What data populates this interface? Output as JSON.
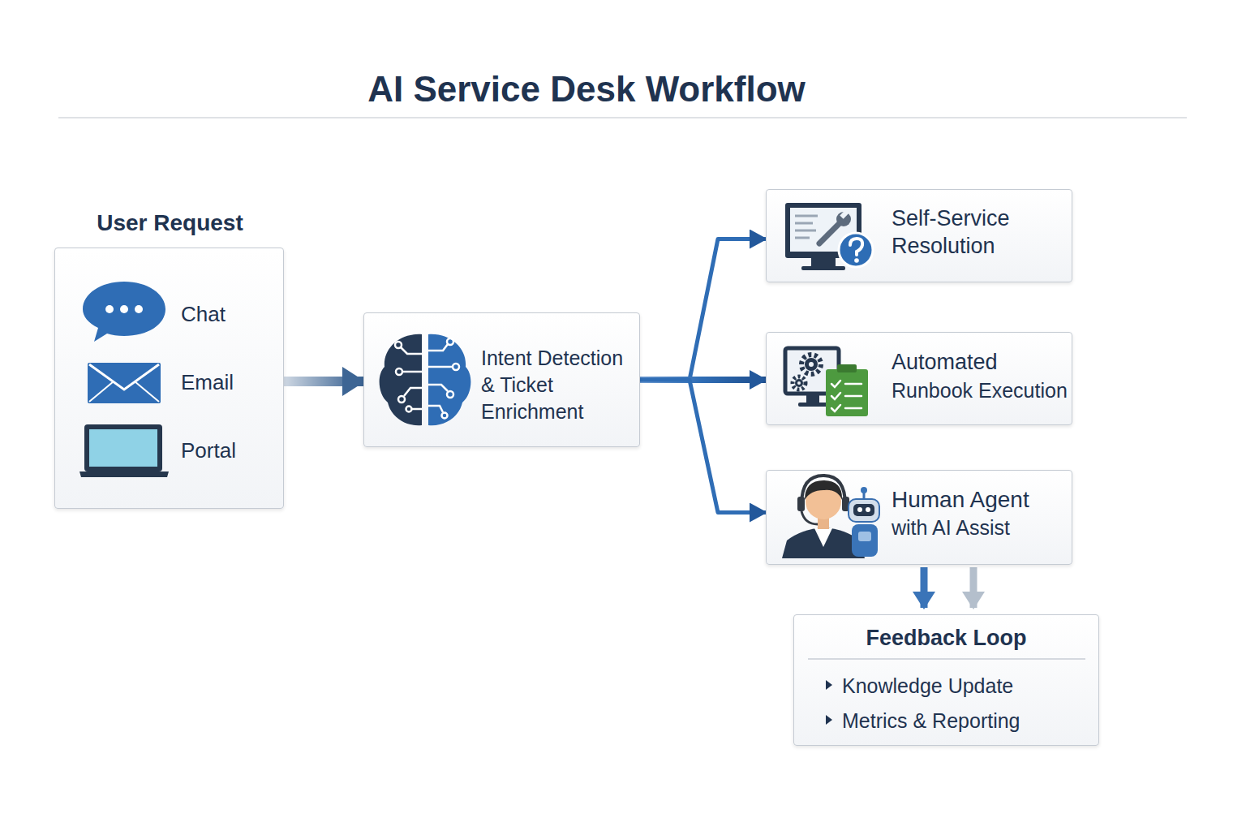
{
  "diagram": {
    "title": "AI Service Desk Workflow",
    "nodes": [
      {
        "text": [
          "User Request",
          "Chat",
          "Email",
          "Portal"
        ]
      },
      {
        "text": [
          "Intent Detection & Ticket Enrichment"
        ]
      },
      {
        "text": [
          "Self-Service Resolution"
        ]
      },
      {
        "text": [
          "Automated Runbook Execution"
        ]
      },
      {
        "text": [
          "Human Agent with AI Assist"
        ]
      },
      {
        "text": [
          "Feedback Loop",
          "Knowledge Update",
          "Metrics & Reporting"
        ]
      }
    ],
    "edges": [
      {
        "from": 0,
        "to": 1,
        "arrow": "to"
      },
      {
        "from": 1,
        "to": 2,
        "arrow": "to"
      },
      {
        "from": 1,
        "to": 3,
        "arrow": "to"
      },
      {
        "from": 1,
        "to": 4,
        "arrow": "to"
      },
      {
        "from": 4,
        "to": 5,
        "arrow": "to"
      },
      {
        "from": 4,
        "to": 5,
        "arrow": "to"
      }
    ]
  }
}
